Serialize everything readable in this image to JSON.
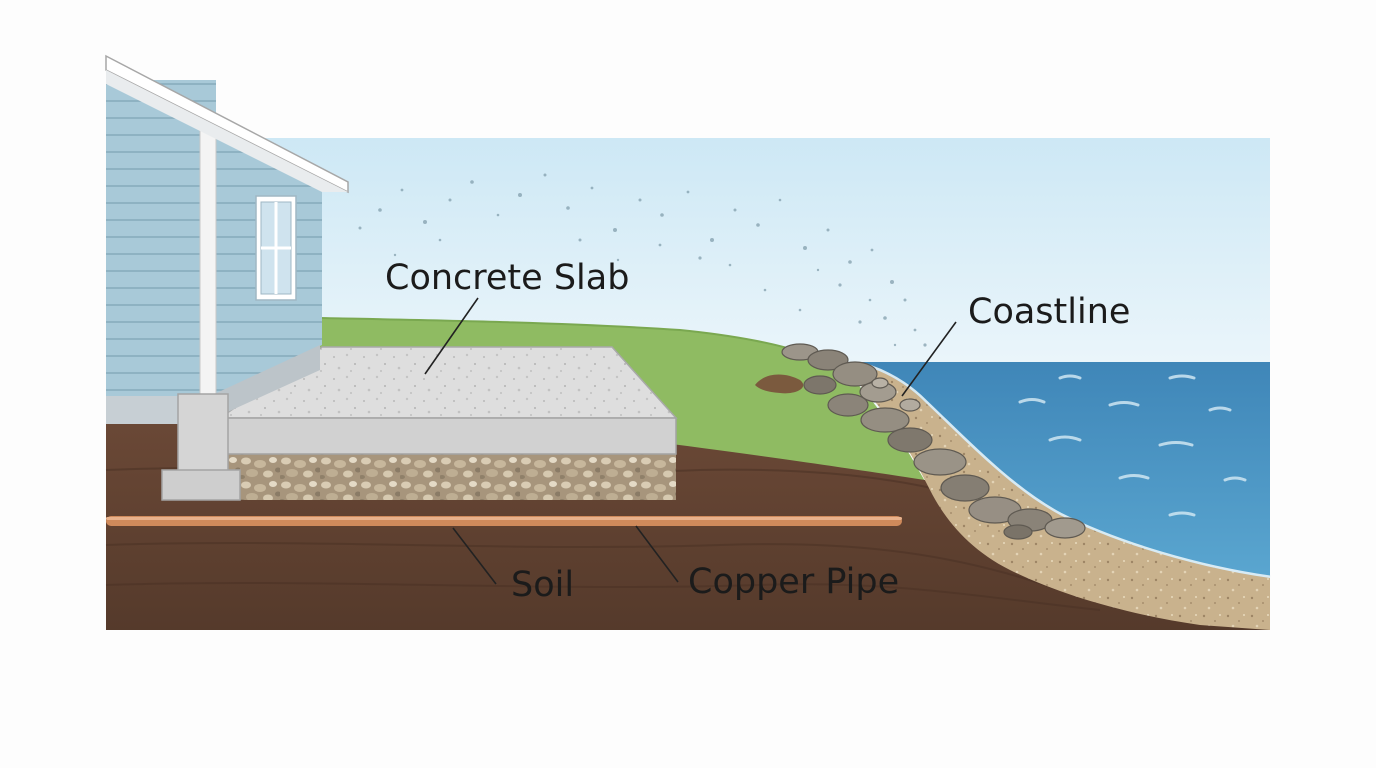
{
  "labels": {
    "concrete_slab": "Concrete Slab",
    "coastline": "Coastline",
    "soil": "Soil",
    "copper_pipe": "Copper Pipe"
  },
  "colors": {
    "sky_top": "#cfe9f5",
    "sky_bottom": "#f2f9fc",
    "siding": "#a9cad8",
    "trim": "#ffffff",
    "grass": "#8fbb62",
    "concrete": "#dcdcdc",
    "gravel": "#b7a78f",
    "soil": "#5e4030",
    "soil_dark": "#4a3224",
    "sand": "#c8b08a",
    "rock": "#8c8478",
    "sea": "#5a9fc6",
    "sea_light": "#7fb9d9",
    "pipe": "#d08a5c"
  }
}
